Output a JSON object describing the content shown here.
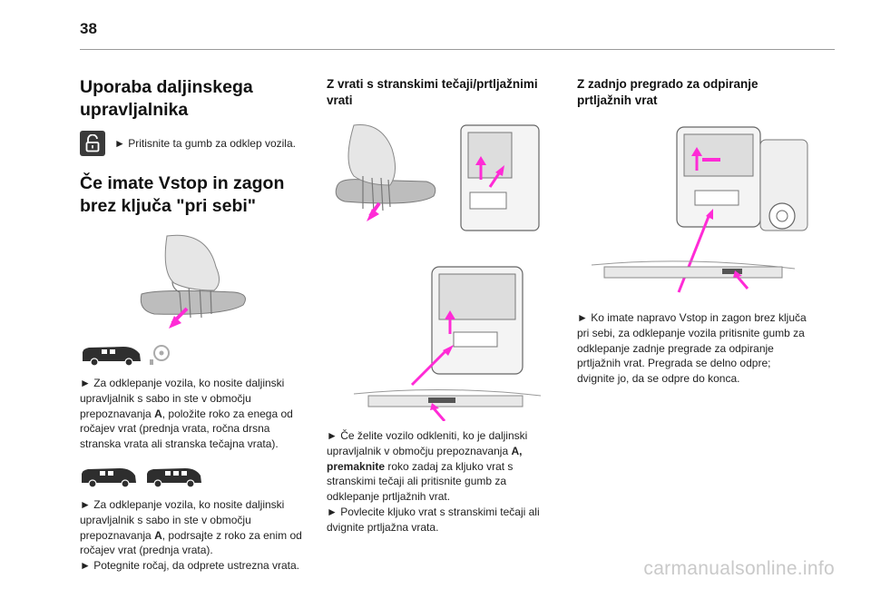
{
  "page": {
    "number": "38"
  },
  "col1": {
    "title_line1": "Uporaba daljinskega",
    "title_line2": "upravljalnika",
    "press_text": "► Pritisnite ta gumb za odklep vozila.",
    "section2_line1": "Če imate Vstop in zagon",
    "section2_line2": "brez ključa \"pri sebi\"",
    "para1": "► Za odklepanje vozila, ko nosite daljinski upravljalnik s sabo in ste v območju prepoznavanja ",
    "para1_bold": "A",
    "para1_rest": ", položite roko za enega od ročajev vrat (prednja vrata, ročna drsna stranska vrata ali stranska tečajna vrata).",
    "para2": "► Za odklepanje vozila, ko nosite daljinski upravljalnik s sabo in ste v območju prepoznavanja ",
    "para2_bold": "A",
    "para2_rest": ", podrsajte z roko za enim od ročajev vrat (prednja vrata).",
    "para3": "► Potegnite ročaj, da odprete ustrezna vrata."
  },
  "col2": {
    "heading_line1": "Z vrati s stranskimi tečaji/prtljažnimi",
    "heading_line2": "vrati",
    "para1_a": "► Če želite vozilo odkleniti, ko je daljinski upravljalnik v območju prepoznavanja ",
    "para1_bold1": "A,",
    "para1_bold2": "premaknite",
    "para1_b": " roko zadaj za kljuko vrat s stranskimi tečaji ali pritisnite gumb za odklepanje prtljažnih vrat.",
    "para2": "► Povlecite kljuko vrat s stranskimi tečaji ali dvignite prtljažna vrata."
  },
  "col3": {
    "heading_line1": "Z zadnjo pregrado za odpiranje",
    "heading_line2": "prtljažnih vrat",
    "para1": "► Ko imate napravo Vstop in zagon brez ključa pri sebi, za odklepanje vozila pritisnite gumb za odklepanje zadnje pregrade za odpiranje prtljažnih vrat. Pregrada se delno odpre; dvignite jo, da se odpre do konca."
  },
  "watermark": "carmanualsonline.info",
  "colors": {
    "accent": "#ff2bd6",
    "text": "#1a1a1a",
    "rule": "#9a9a9a"
  }
}
